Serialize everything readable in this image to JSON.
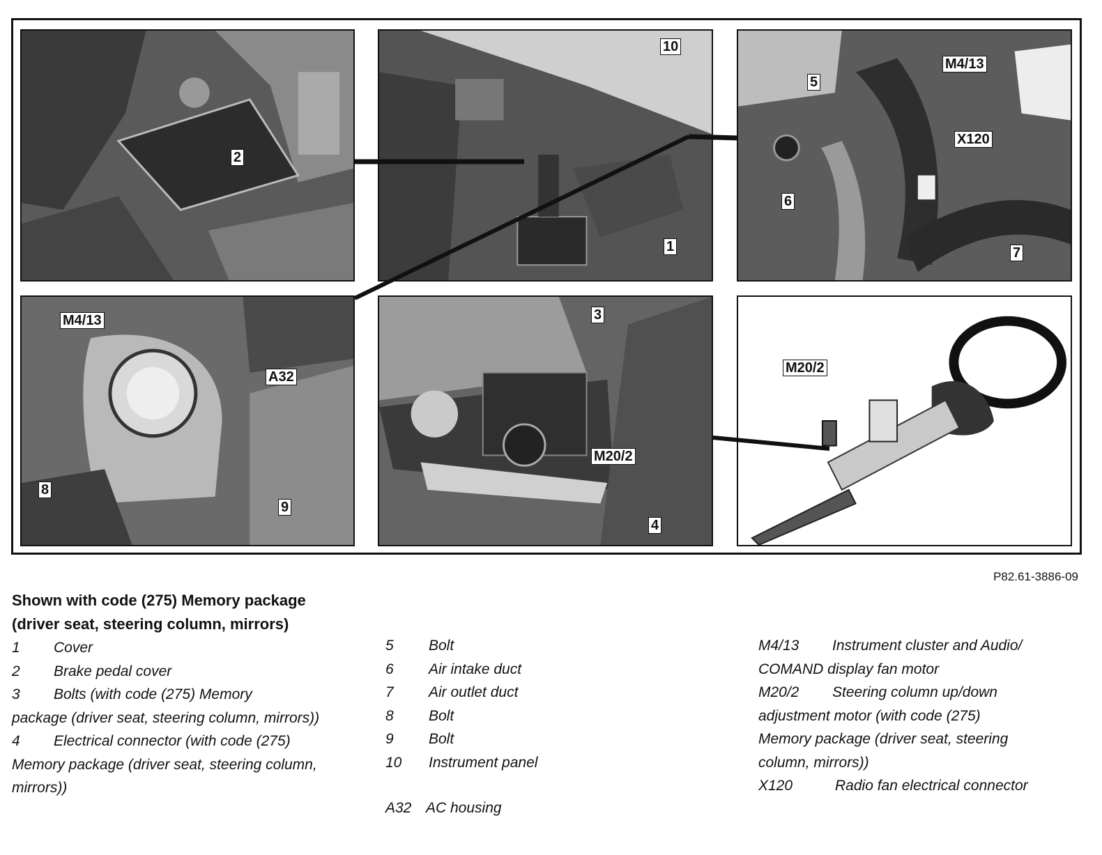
{
  "figure": {
    "reference": "P82.61-3886-09",
    "callouts": {
      "c1": "1",
      "c2": "2",
      "c3": "3",
      "c4": "4",
      "c5": "5",
      "c6": "6",
      "c7": "7",
      "c8": "8",
      "c9": "9",
      "c10": "10",
      "m413_a": "M4/13",
      "m413_b": "M4/13",
      "x120": "X120",
      "a32": "A32",
      "m202_a": "M20/2",
      "m202_b": "M20/2"
    }
  },
  "legend": {
    "title": "Shown with code (275) Memory package (driver seat, steering column, mirrors)",
    "col1": [
      {
        "num": "1",
        "text": "Cover"
      },
      {
        "num": "2",
        "text": "Brake pedal cover"
      },
      {
        "num": "3",
        "text": "Bolts (with code (275) Memory",
        "cont": "package (driver seat, steering column, mirrors))"
      },
      {
        "num": "4",
        "text": "Electrical connector (with code (275)",
        "cont": "Memory package (driver seat, steering column, mirrors))"
      }
    ],
    "col2": [
      {
        "num": "5",
        "text": "Bolt"
      },
      {
        "num": "6",
        "text": "Air intake duct"
      },
      {
        "num": "7",
        "text": "Air outlet duct"
      },
      {
        "num": "8",
        "text": "Bolt"
      },
      {
        "num": "9",
        "text": "Bolt"
      },
      {
        "num": "10",
        "text": "Instrument panel"
      }
    ],
    "col2_extra": {
      "num": "A32",
      "text": "AC housing"
    },
    "col3": [
      {
        "num": "M4/13",
        "text": "Instrument cluster and Audio/",
        "cont": "COMAND display fan motor"
      },
      {
        "num": "M20/2",
        "text": "Steering column up/down",
        "cont": "adjustment motor (with code (275) Memory package (driver seat, steering column, mirrors))"
      },
      {
        "num": "X120",
        "text": "Radio fan electrical connector"
      }
    ]
  }
}
